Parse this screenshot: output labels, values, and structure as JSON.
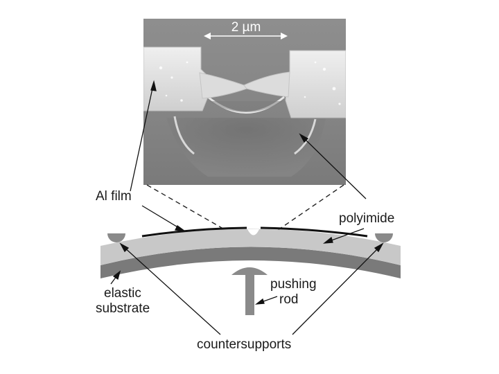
{
  "diagram": {
    "scale_bar": "2 µm",
    "labels": {
      "al_film": "Al film",
      "polyimide": "polyimide",
      "elastic_substrate_line1": "elastic",
      "elastic_substrate_line2": "substrate",
      "pushing_rod_line1": "pushing",
      "pushing_rod_line2": "rod",
      "countersupports": "countersupports"
    },
    "colors": {
      "substrate_dark": "#7a7a7a",
      "polyimide_light": "#c8c8c8",
      "al_film": "#111111",
      "micrograph_bg": "#8c8c8c",
      "electrode": "#e4e4e4"
    }
  }
}
